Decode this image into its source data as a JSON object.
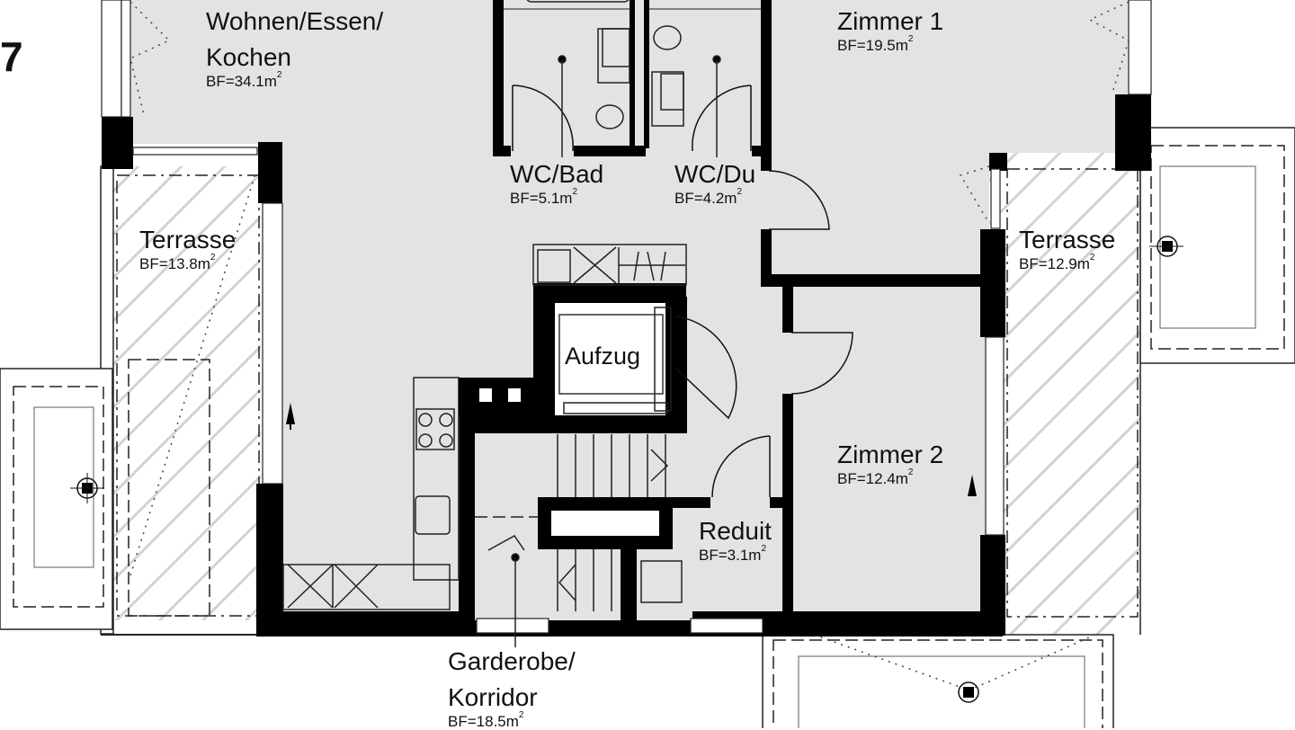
{
  "plan": {
    "unit_number": "7",
    "area_prefix": "BF=",
    "area_unit": "m",
    "area_unit_exponent": "2",
    "colors": {
      "floor": "#e3e3e3",
      "wall": "#000000",
      "exterior": "#ffffff",
      "hatch": "#d6d6d6",
      "line": "#222222"
    }
  },
  "rooms": [
    {
      "id": "wohnen",
      "name_line1": "Wohnen/Essen/",
      "name_line2": "Kochen",
      "area": "34.1"
    },
    {
      "id": "wc_bad",
      "name_line1": "WC/Bad",
      "area": "5.1"
    },
    {
      "id": "wc_du",
      "name_line1": "WC/Du",
      "area": "4.2"
    },
    {
      "id": "zimmer1",
      "name_line1": "Zimmer 1",
      "area": "19.5"
    },
    {
      "id": "terrasse_left",
      "name_line1": "Terrasse",
      "area": "13.8"
    },
    {
      "id": "terrasse_right",
      "name_line1": "Terrasse",
      "area": "12.9"
    },
    {
      "id": "zimmer2",
      "name_line1": "Zimmer 2",
      "area": "12.4"
    },
    {
      "id": "reduit",
      "name_line1": "Reduit",
      "area": "3.1"
    },
    {
      "id": "garderobe",
      "name_line1": "Garderobe/",
      "name_line2": "Korridor",
      "area": "18.5"
    }
  ],
  "elevator": {
    "label": "Aufzug"
  }
}
